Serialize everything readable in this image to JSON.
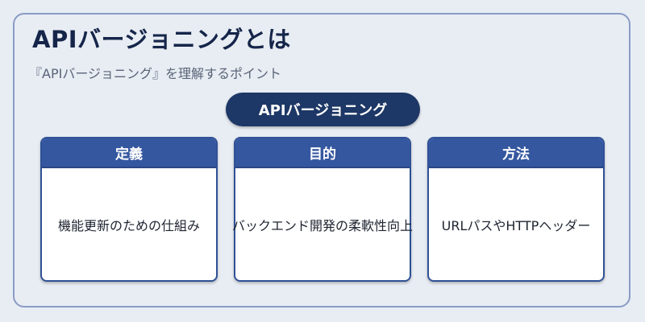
{
  "title": "APIバージョニングとは",
  "subtitle": "『APIバージョニング』を理解するポイント",
  "center_label": "APIバージョニング",
  "cards": [
    {
      "heading": "定義",
      "text": "機能更新のための仕組み"
    },
    {
      "heading": "目的",
      "text": "バックエンド開発の柔軟性向上"
    },
    {
      "heading": "方法",
      "text": "URLパスやHTTPヘッダー"
    }
  ]
}
